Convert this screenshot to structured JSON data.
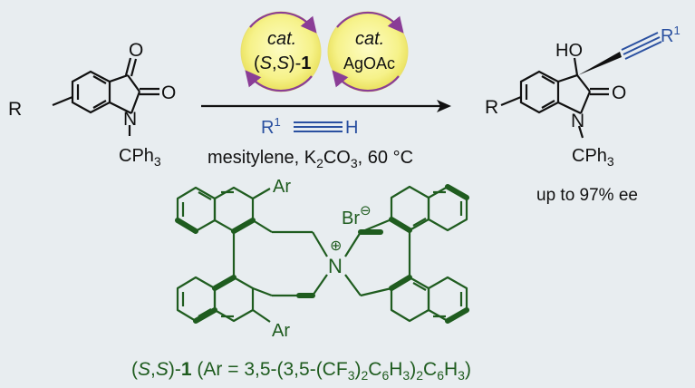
{
  "reaction": {
    "catalyst1": {
      "prefix": "cat.",
      "label_open": "(",
      "s1": "S",
      "comma": ",",
      "s2": "S",
      "label_close": ")-",
      "number": "1"
    },
    "catalyst2": {
      "prefix": "cat.",
      "label": "AgOAc"
    },
    "reagent": {
      "r": "R",
      "r_sup": "1",
      "h": "H"
    },
    "conditions": {
      "part1": "mesitylene, K",
      "sub1": "2",
      "part2": "CO",
      "sub2": "3",
      "part3": ", 60 °C"
    }
  },
  "reactant": {
    "r_label": "R",
    "o_top": "O",
    "o_right": "O",
    "n_label": "N",
    "protecting_group": {
      "c": "CPh",
      "sub": "3"
    }
  },
  "product": {
    "r_label": "R",
    "ho_label": "HO",
    "o_right": "O",
    "n_label": "N",
    "protecting_group": {
      "c": "CPh",
      "sub": "3"
    },
    "alkyne_r": "R",
    "alkyne_r_sup": "1",
    "ee_text": "up to 97% ee"
  },
  "catalyst_structure": {
    "ar_top": "Ar",
    "ar_bottom": "Ar",
    "counterion": "Br",
    "counterion_charge": "⊖",
    "n_label": "N",
    "n_charge": "⊕",
    "caption": {
      "open": "(",
      "s1": "S",
      "comma": ",",
      "s2": "S",
      "close": ")-",
      "number": "1",
      "t1": " (Ar = 3,5-(3,5-(CF",
      "s3": "3",
      "t2": ")",
      "s4": "2",
      "t3": "C",
      "s5": "6",
      "t4": "H",
      "s6": "3",
      "t5": ")",
      "s7": "2",
      "t6": "C",
      "s8": "6",
      "t7": "H",
      "s9": "3",
      "t8": ")"
    }
  },
  "colors": {
    "background": "#e8edf0",
    "catalyst_green": "#1f5c1f",
    "alkyne_blue": "#2a50a0",
    "circle_fill": "#f6f28a",
    "circle_arrow": "#8a3d96"
  }
}
